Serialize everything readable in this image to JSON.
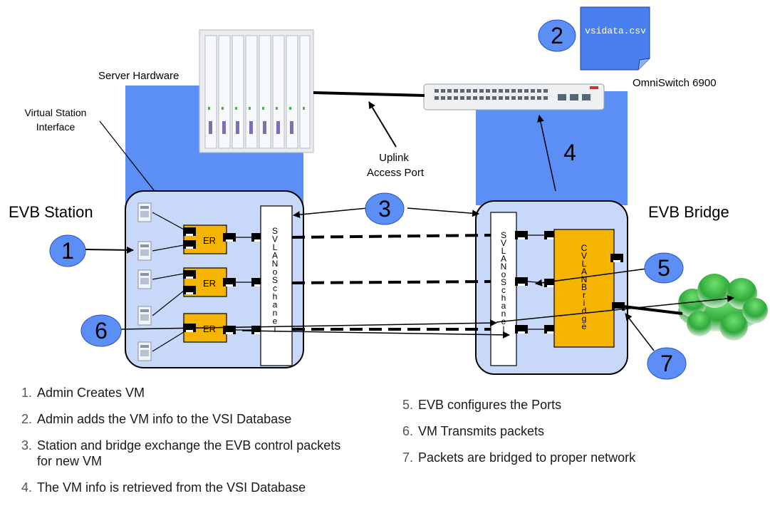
{
  "labels": {
    "server_hardware": "Server Hardware",
    "omniswitch": "OmniSwitch 6900",
    "csv_file": "vsidata.csv",
    "vsi_line1": "Virtual Station",
    "vsi_line2": "Interface",
    "uplink_line1": "Uplink",
    "uplink_line2": "Access Port",
    "evb_station": "EVB Station",
    "evb_bridge": "EVB Bridge",
    "er": "ER",
    "svlan_chars": [
      "S",
      "V",
      "L",
      "A",
      "N",
      "o",
      "S",
      "c",
      "h",
      "a",
      "n",
      "e",
      "l"
    ],
    "svlan2_chars": [
      "S",
      "V",
      "L",
      "A",
      "N",
      "o",
      "S",
      "c",
      "h",
      "a",
      "n",
      "e",
      "l"
    ],
    "cvlan_chars": [
      "C",
      "V",
      "L",
      "A",
      "N",
      "B",
      "r",
      "i",
      "d",
      "g",
      "e"
    ]
  },
  "callouts": [
    "1",
    "2",
    "3",
    "4",
    "5",
    "6",
    "7"
  ],
  "steps_left": [
    {
      "n": "1.",
      "text": "Admin Creates VM"
    },
    {
      "n": "2.",
      "text": "Admin adds the VM info to the VSI Database"
    },
    {
      "n": "3.",
      "text": "Station and bridge exchange the EVB control packets for new VM"
    },
    {
      "n": "4.",
      "text": "The VM info is retrieved from the VSI Database"
    }
  ],
  "steps_right": [
    {
      "n": "5.",
      "text": "EVB configures the Ports"
    },
    {
      "n": "6.",
      "text": "VM Transmits packets"
    },
    {
      "n": "7.",
      "text": "Packets are bridged to proper network"
    }
  ],
  "colors": {
    "blue_band": "#5b8ff5",
    "station_fill": "#c8d8f8",
    "callout_fill": "#5b8ff5",
    "er_fill": "#f4b400",
    "doc_fill": "#4a7ff0",
    "cloud": "#3cb043"
  }
}
